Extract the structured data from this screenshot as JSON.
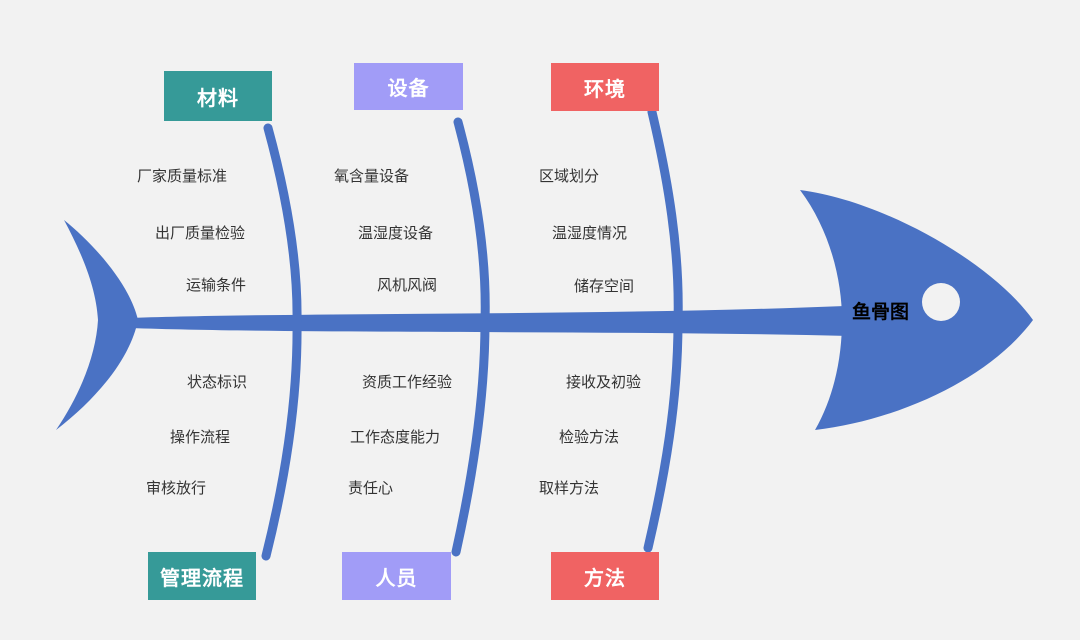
{
  "colors": {
    "fish": "#4a72c4",
    "teal": "#369a98",
    "purple": "#a19cf7",
    "red": "#f06363",
    "background": "#f2f2f2"
  },
  "head_label": "鱼骨图",
  "categories": {
    "materials": "材料",
    "equipment": "设备",
    "environment": "环境",
    "process": "管理流程",
    "people": "人员",
    "method": "方法"
  },
  "causes": {
    "materials": [
      "厂家质量标准",
      "出厂质量检验",
      "运输条件"
    ],
    "equipment": [
      "氧含量设备",
      "温湿度设备",
      "风机风阀"
    ],
    "environment": [
      "区域划分",
      "温湿度情况",
      "储存空间"
    ],
    "process": [
      "状态标识",
      "操作流程",
      "审核放行"
    ],
    "people": [
      "资质工作经验",
      "工作态度能力",
      "责任心"
    ],
    "method": [
      "接收及初验",
      "检验方法",
      "取样方法"
    ]
  }
}
